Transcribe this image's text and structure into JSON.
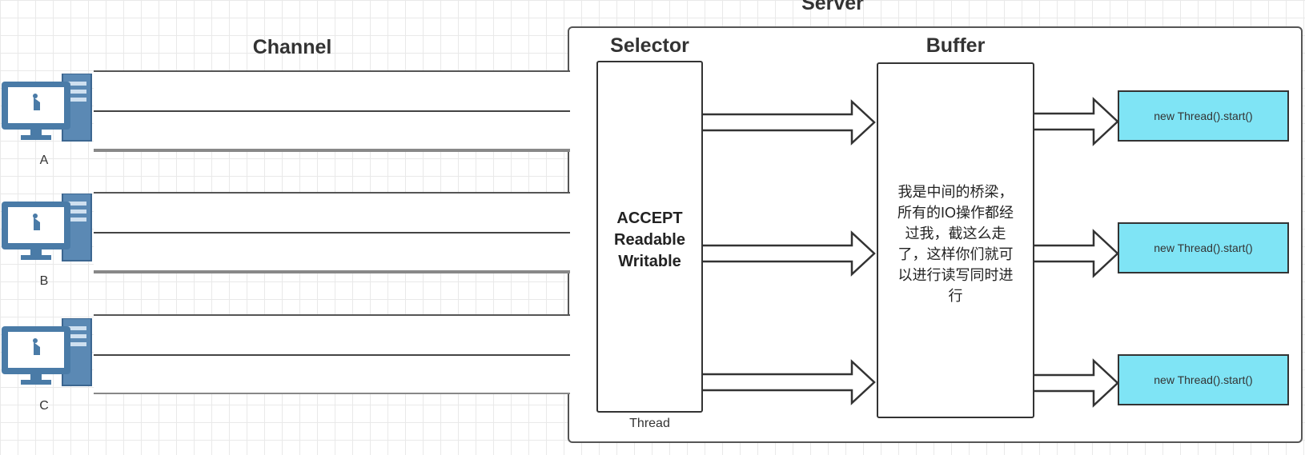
{
  "server": {
    "label": "Server"
  },
  "channel": {
    "label": "Channel"
  },
  "selector": {
    "label": "Selector",
    "events": [
      "ACCEPT",
      "Readable",
      "Writable"
    ],
    "thread_label": "Thread"
  },
  "buffer": {
    "label": "Buffer",
    "lines": [
      "我是中间的桥梁，",
      "所有的IO操作都经",
      "过我，截这么走",
      "了，这样你们就可",
      "以进行读写同时进",
      "行"
    ]
  },
  "threads": [
    {
      "label": "new Thread().start()"
    },
    {
      "label": "new Thread().start()"
    },
    {
      "label": "new Thread().start()"
    }
  ],
  "clients": [
    {
      "label": "A",
      "icon": "computer-icon"
    },
    {
      "label": "B",
      "icon": "computer-icon"
    },
    {
      "label": "C",
      "icon": "computer-icon"
    }
  ],
  "colors": {
    "thread_fill": "#7fe4f5",
    "icon_blue": "#4a7ba7"
  }
}
